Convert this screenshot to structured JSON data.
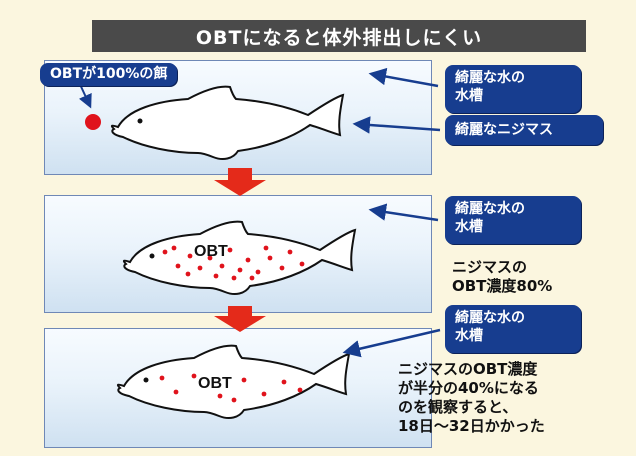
{
  "title": "OBTになると体外排出しにくい",
  "labels": {
    "feed": "OBTが100%の餌",
    "clean_tank_line1": "綺麗な水の",
    "clean_tank_line2": "水槽",
    "clean_trout": "綺麗なニジマス",
    "fish_obt": "OBT"
  },
  "notes": {
    "stage2": "ニジマスの\nOBT濃度80%",
    "stage3": "ニジマスのOBT濃度\nが半分の40%になる\nのを観察すると、\n18日〜32日かかった"
  },
  "colors": {
    "badge": "#173d8f",
    "arrow": "#173d8f",
    "feed_dot": "#e0131c",
    "down_arrow": "#e42a1a",
    "title_bar": "#4a4a4a"
  }
}
